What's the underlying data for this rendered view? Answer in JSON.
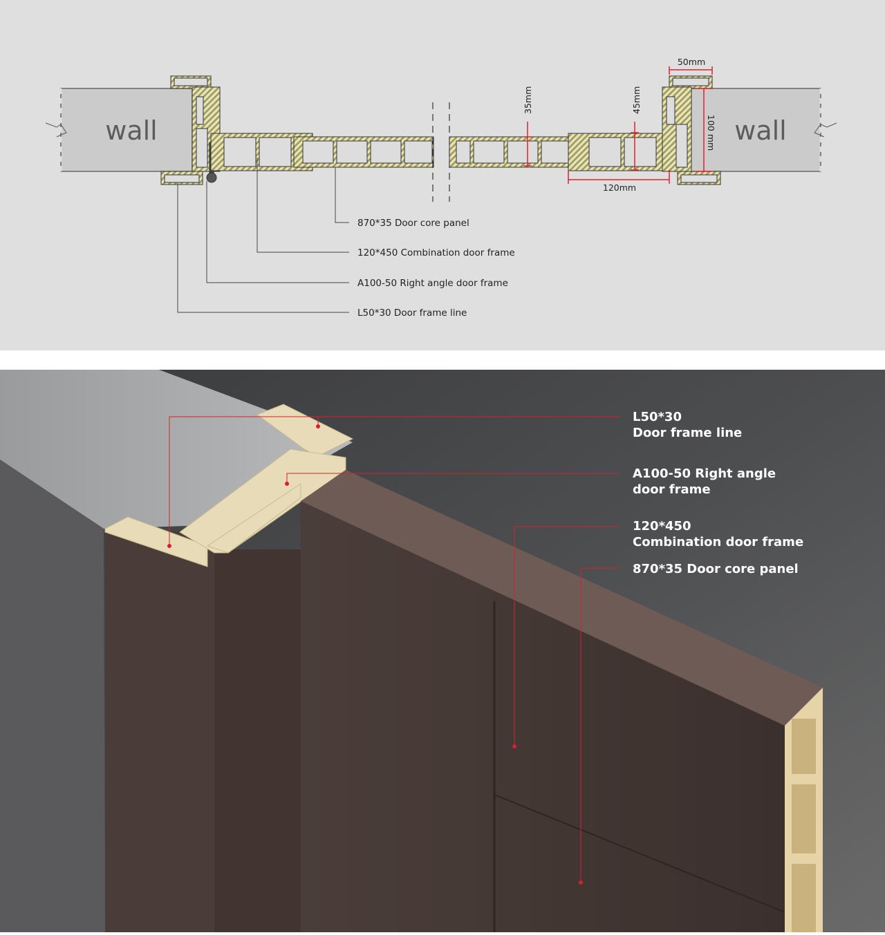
{
  "section_diagram": {
    "wall_left": "wall",
    "wall_right": "wall",
    "dimensions": {
      "frame_width": "50mm",
      "wall_thickness": "100 mm",
      "combination_frame_width": "120mm",
      "panel_thickness": "35mm",
      "frame_thickness": "45mm"
    },
    "callouts": [
      "870*35 Door core panel",
      "120*450 Combination door frame",
      "A100-50 Right angle door frame",
      "L50*30 Door frame line"
    ]
  },
  "product_photo": {
    "callouts": [
      {
        "line1": "L50*30",
        "line2": "Door frame line"
      },
      {
        "line1": "A100-50 Right angle",
        "line2": "door frame"
      },
      {
        "line1": "120*450",
        "line2": "Combination door frame"
      },
      {
        "line1": "870*35 Door core panel",
        "line2": ""
      }
    ],
    "accent_color": "#d8202a"
  }
}
